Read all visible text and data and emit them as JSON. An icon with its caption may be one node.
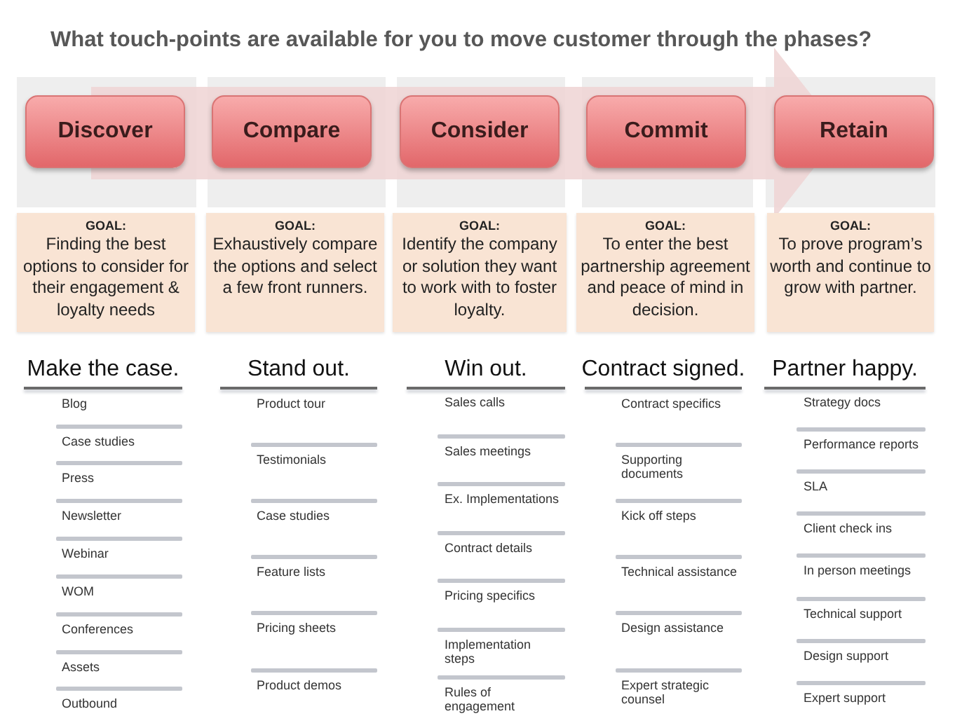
{
  "diagram": {
    "title": "What touch-points are available for you to move customer through the phases?",
    "nodes": [
      {
        "text": [
          "Discover"
        ]
      },
      {
        "text": [
          "Compare"
        ]
      },
      {
        "text": [
          "Consider"
        ]
      },
      {
        "text": [
          "Commit"
        ]
      },
      {
        "text": [
          "Retain"
        ]
      },
      {
        "text": [
          "GOAL:",
          "Finding the best options to consider for their engagement & loyalty needs"
        ]
      },
      {
        "text": [
          "GOAL:",
          "Exhaustively compare the options and select a few front runners."
        ]
      },
      {
        "text": [
          "GOAL:",
          "Identify the company or solution they want to work with to foster loyalty."
        ]
      },
      {
        "text": [
          "GOAL:",
          "To enter the best partnership agreement and peace of mind in decision."
        ]
      },
      {
        "text": [
          "GOAL:",
          "To prove program’s worth and continue to grow with partner."
        ]
      }
    ],
    "labels": [
      "Make the case.",
      "Blog",
      "Case studies",
      "Press",
      "Newsletter",
      "Webinar",
      "WOM",
      "Conferences",
      "Assets",
      "Outbound",
      "Stand out.",
      "Product tour",
      "Testimonials",
      "Case studies",
      "Feature lists",
      "Pricing sheets",
      "Product demos",
      "Win out.",
      "Sales calls",
      "Sales meetings",
      "Ex. Implementations",
      "Contract details",
      "Pricing specifics",
      "Implementation steps",
      "Rules of engagement",
      "Contract signed.",
      "Contract specifics",
      "Supporting documents",
      "Kick off steps",
      "Technical assistance",
      "Design assistance",
      "Expert strategic counsel",
      "Partner happy.",
      "Strategy docs",
      "Performance reports",
      "SLA",
      "Client check ins",
      "In person meetings",
      "Technical support",
      "Design support",
      "Expert support"
    ]
  }
}
